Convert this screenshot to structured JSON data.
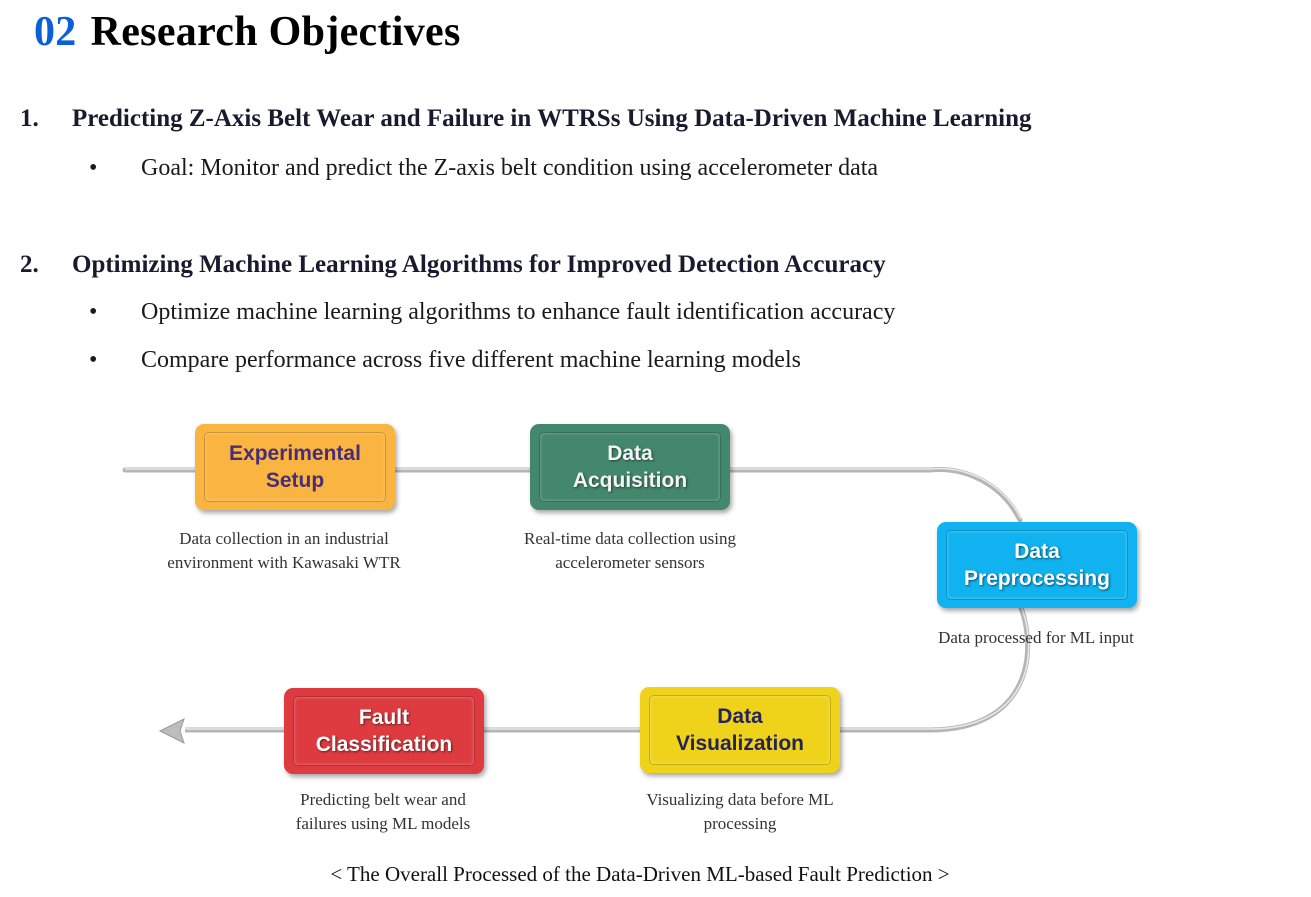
{
  "header": {
    "number": "02",
    "title": "Research Objectives"
  },
  "objectives": [
    {
      "number": "1.",
      "heading": "Predicting Z-Axis  Belt Wear and Failure in WTRSs Using Data-Driven Machine Learning",
      "bullets": [
        "Goal: Monitor and predict the Z-axis  belt condition using accelerometer data"
      ]
    },
    {
      "number": "2.",
      "heading": "Optimizing Machine Learning Algorithms for Improved Detection Accuracy",
      "bullets": [
        "Optimize machine learning algorithms to enhance fault identification accuracy",
        "Compare performance across  five  different machine learning models"
      ]
    }
  ],
  "bullet_symbol": "•",
  "diagram": {
    "steps": [
      {
        "label": "Experimental\nSetup",
        "caption": "Data collection  in an industrial\nenvironment  with Kawasaki  WTR",
        "color": "#f9b441"
      },
      {
        "label": "Data\nAcquisition",
        "caption": "Real-time data collection  using\naccelerometer  sensors",
        "color": "#43876c"
      },
      {
        "label": "Data\nPreprocessing",
        "caption": "Data processed  for ML input",
        "color": "#10b2ef"
      },
      {
        "label": "Data\nVisualization",
        "caption": "Visualizing  data before ML\nprocessing",
        "color": "#efd21a"
      },
      {
        "label": "Fault\nClassification",
        "caption": "Predicting  belt wear and\nfailures using ML models",
        "color": "#dd3b3f"
      }
    ],
    "caption": "< The Overall Processed of the Data-Driven ML-based Fault Prediction  >"
  }
}
